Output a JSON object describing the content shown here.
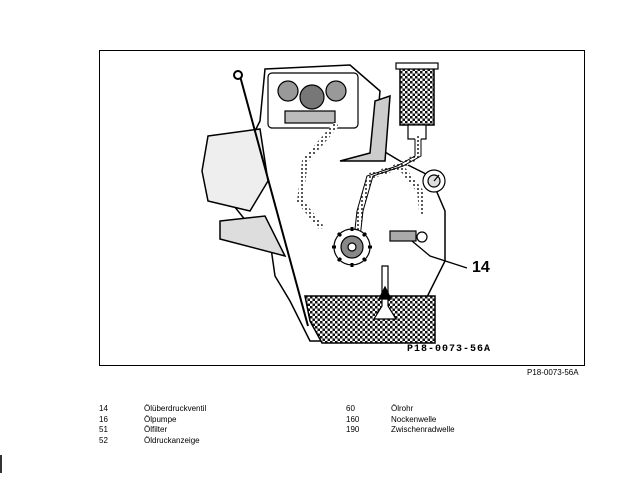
{
  "figure": {
    "callout_number": "14",
    "frame_code": "P18-0073-56A",
    "reference": "P18-0073-56A"
  },
  "legend": {
    "left": [
      {
        "num": "14",
        "label": "Ölüberdruckventil"
      },
      {
        "num": "16",
        "label": "Ölpumpe"
      },
      {
        "num": "51",
        "label": "Ölfilter"
      },
      {
        "num": "52",
        "label": "Öldruckanzeige"
      }
    ],
    "right": [
      {
        "num": "60",
        "label": "Ölrohr"
      },
      {
        "num": "160",
        "label": "Nockenwelle"
      },
      {
        "num": "190",
        "label": "Zwischenradwelle"
      }
    ]
  }
}
